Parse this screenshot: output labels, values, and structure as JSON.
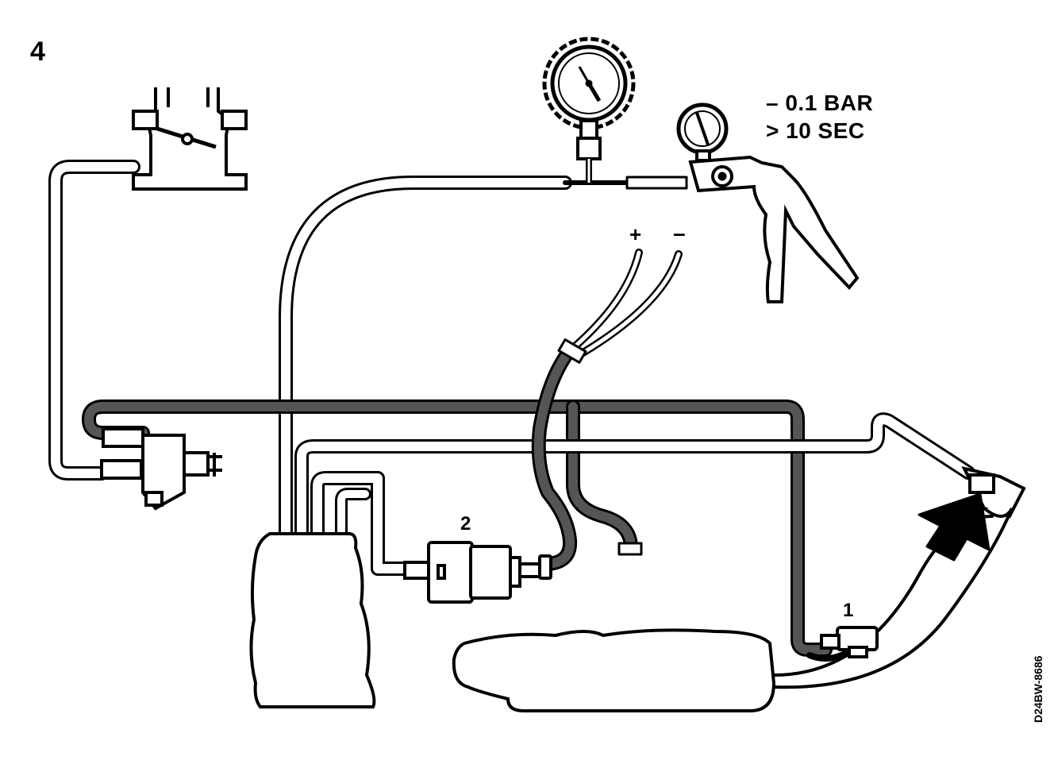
{
  "figure": {
    "number": "4",
    "spec_line_1": "– 0.1 BAR",
    "spec_line_2": "> 10 SEC",
    "polarity_plus": "+",
    "polarity_minus": "–",
    "callout_1": "1",
    "callout_2": "2",
    "drawing_code": "D24BW-8686"
  },
  "icons": [
    "pressure-gauge-icon",
    "hand-vacuum-pump-icon",
    "throttle-body-icon",
    "valve-icon",
    "electrical-connector-icon",
    "arrow-icon"
  ]
}
